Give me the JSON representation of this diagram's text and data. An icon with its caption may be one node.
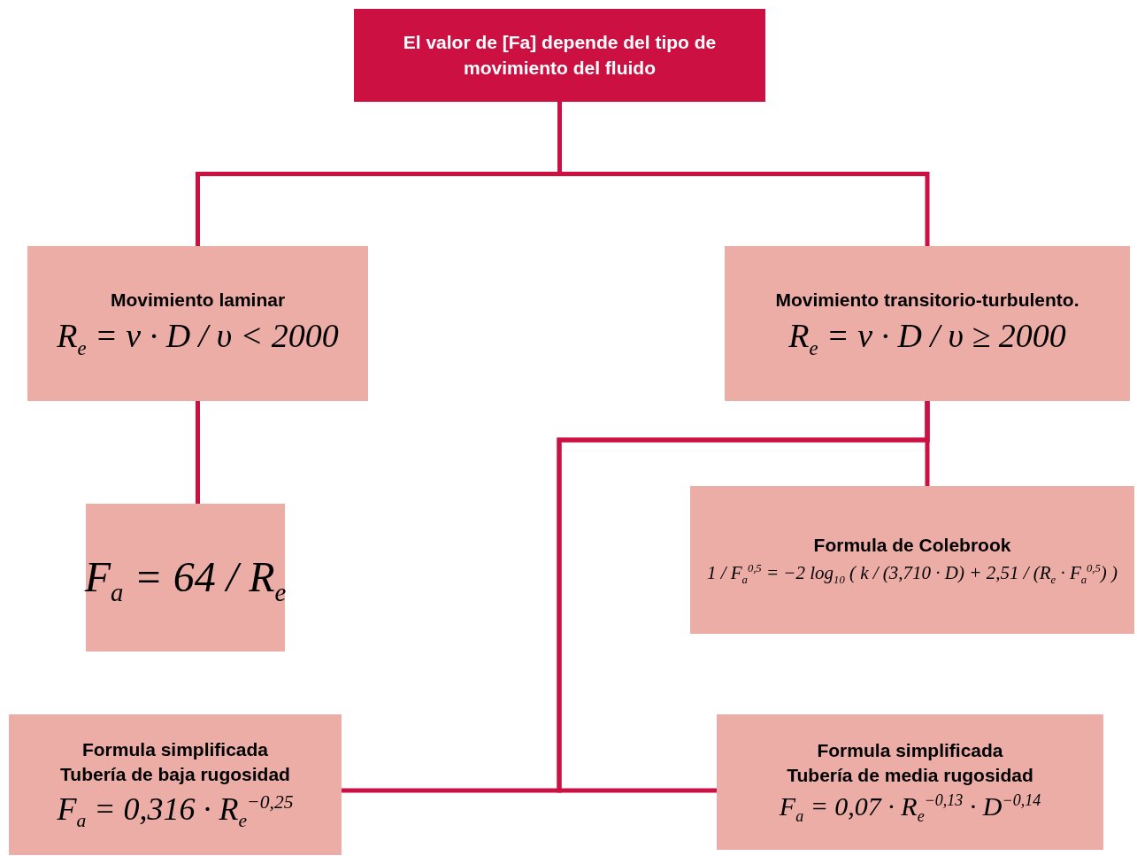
{
  "diagram": {
    "nodes": [
      {
        "text": [
          "El valor de [Fa] depende del tipo de movimiento del fluido"
        ]
      },
      {
        "text": [
          "Movimiento laminar",
          "R$_{e}$ = v · D / υ < 2000"
        ]
      },
      {
        "text": [
          "Movimiento transitorio-turbulento.",
          "R$_{e}$ = v · D / υ ≥ 2000"
        ]
      },
      {
        "text": [
          "F$_{a}$ = 64 / R$_{e}$"
        ]
      },
      {
        "text": [
          "Formula de Colebrook",
          "1 / F$_{a}$$^{0,5}$ = −2 log$_{10}$ ( k / (3,710 · D) + 2,51 / (R$_{e}$ · F$_{a}$$^{0,5}$) )"
        ]
      },
      {
        "text": [
          "Formula simplificada",
          "Tubería de baja rugosidad",
          "F$_{a}$ = 0,316 · R$_{e}$$^{−0,25}$"
        ]
      },
      {
        "text": [
          "Formula simplificada",
          "Tubería de media rugosidad",
          "F$_{a}$ = 0,07 · R$_{e}$$^{−0,13}$ · D$^{−0,14}$"
        ]
      }
    ],
    "edges": [
      {
        "from": 0,
        "to": 1,
        "arrow": "none"
      },
      {
        "from": 0,
        "to": 2,
        "arrow": "none"
      },
      {
        "from": 1,
        "to": 3,
        "arrow": "none"
      },
      {
        "from": 2,
        "to": 4,
        "arrow": "none"
      },
      {
        "from": 2,
        "to": 5,
        "arrow": "none"
      },
      {
        "from": 2,
        "to": 6,
        "arrow": "none"
      }
    ]
  }
}
